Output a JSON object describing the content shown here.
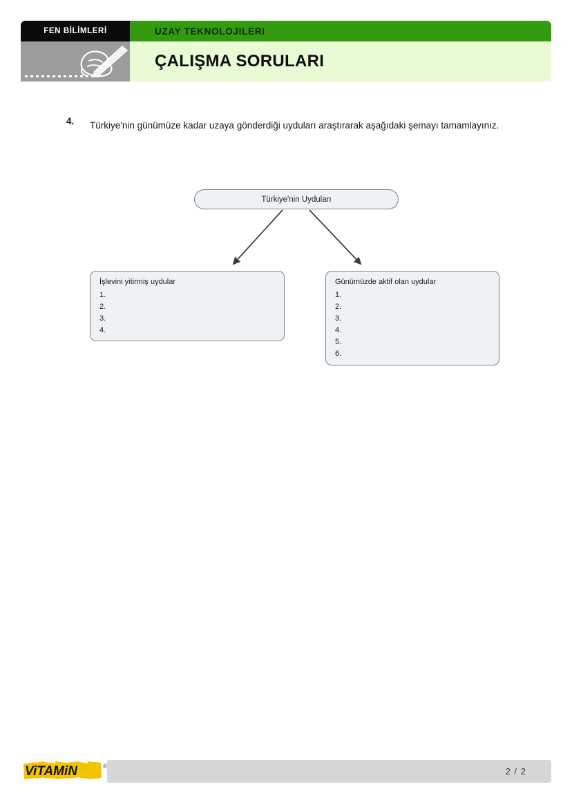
{
  "header": {
    "subject_tab": "FEN BİLİMLERİ",
    "topic": "UZAY TEKNOLOJILERI",
    "title": "ÇALIŞMA SORULARI",
    "pencil_icon": "hand-writing-pencil-icon",
    "colors": {
      "subject_tab_bg": "#0a0a0a",
      "topic_bar_bg": "#349a10",
      "title_panel_bg": "#e9fbd4",
      "pencil_panel_bg": "#9c9c9c"
    }
  },
  "question": {
    "number": "4.",
    "text": "Türkiye'nin günümüze kadar uzaya gönderdiği uyduları araştırarak aşağıdaki şemayı tamamlayınız."
  },
  "diagram": {
    "root": {
      "label": "Türkiye'nin Uyduları"
    },
    "branches": [
      {
        "heading": "İşlevini yitirmiş uydular",
        "items": [
          "1.",
          "2.",
          "3.",
          "4."
        ]
      },
      {
        "heading": "Günümüzde aktif olan uydular",
        "items": [
          "1.",
          "2.",
          "3.",
          "4.",
          "5.",
          "6."
        ]
      }
    ],
    "connector_icon": "arrow-down-icon",
    "colors": {
      "node_fill": "#eef2f4",
      "node_border": "#7c8489",
      "arrow": "#3a3a3a"
    }
  },
  "footer": {
    "brand": "ViTAMiN",
    "brand_letters": [
      "V",
      "i",
      "T",
      "A",
      "M",
      "i",
      "N"
    ],
    "page_indicator": "2 / 2",
    "colors": {
      "bar_bg": "#d7d7d7",
      "brand_highlight": "#f5c400",
      "brand_text": "#111111"
    }
  }
}
